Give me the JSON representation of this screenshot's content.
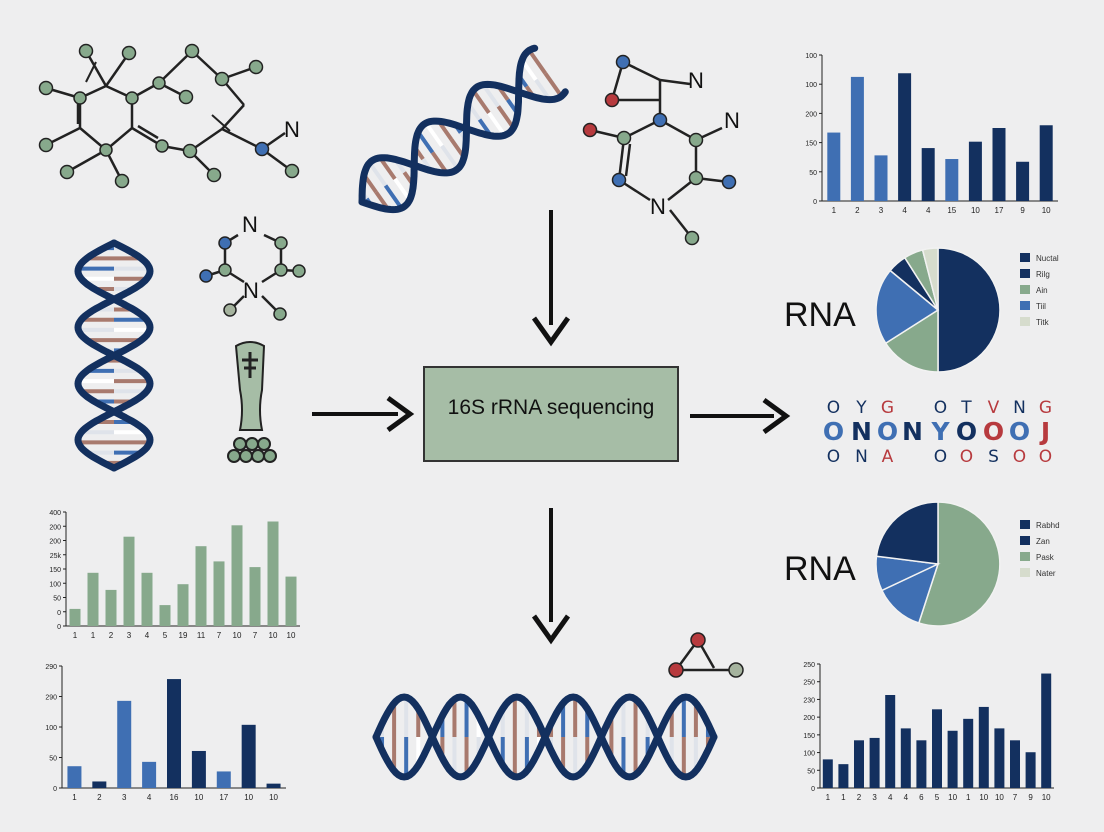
{
  "colors": {
    "navy": "#13305f",
    "blue": "#3f6fb3",
    "sage": "#87a98c",
    "light": "#d6dccd",
    "red": "#b73a3e",
    "box": "#a6bda6"
  },
  "center": {
    "label": "16S rRNA sequencing"
  },
  "rna_labels": [
    "RNA",
    "RNA"
  ],
  "atoms": {
    "mol1_n": "N",
    "mol2_n_top": "N",
    "mol2_n_bottom": "N",
    "mol3_n_top": "N",
    "mol3_n_bottom": "N"
  },
  "sequence": {
    "row1": [
      "O",
      "Y",
      "G",
      "",
      "O",
      "T",
      "V",
      "N",
      "G"
    ],
    "row2": [
      "O",
      "N",
      "O",
      "N",
      "Y",
      "O",
      "O",
      "O",
      "J"
    ],
    "row3": [
      "O",
      "N",
      "A",
      "",
      "O",
      "O",
      "S",
      "O",
      "O"
    ],
    "row1_colors": [
      "navy",
      "navy",
      "red",
      "",
      "navy",
      "navy",
      "red",
      "navy",
      "red"
    ],
    "row2_colors": [
      "blue",
      "navy",
      "blue",
      "navy",
      "blue",
      "navy",
      "red",
      "blue",
      "red"
    ],
    "row3_colors": [
      "navy",
      "navy",
      "red",
      "",
      "navy",
      "red",
      "navy",
      "red",
      "red"
    ]
  },
  "chart_data": [
    {
      "type": "bar",
      "id": "top-right",
      "categories": [
        "1",
        "2",
        "3",
        "4",
        "4",
        "15",
        "10",
        "17",
        "9",
        "10"
      ],
      "values": [
        75,
        136,
        50,
        140,
        58,
        46,
        65,
        80,
        43,
        83
      ],
      "ylim": [
        0,
        160
      ],
      "yticks": [
        "0",
        "50",
        "150",
        "200",
        "100",
        "100"
      ],
      "colors": [
        "blue",
        "blue",
        "blue",
        "navy",
        "navy",
        "blue",
        "navy",
        "navy",
        "navy",
        "navy"
      ]
    },
    {
      "type": "bar",
      "id": "middle-left",
      "categories": [
        "1",
        "1",
        "2",
        "3",
        "4",
        "5",
        "19",
        "11",
        "7",
        "10",
        "7",
        "10",
        "10"
      ],
      "values": [
        45,
        140,
        95,
        235,
        140,
        55,
        110,
        210,
        170,
        265,
        155,
        275,
        130
      ],
      "ylim": [
        0,
        300
      ],
      "yticks": [
        "0",
        "0",
        "50",
        "100",
        "150",
        "25k",
        "200",
        "200",
        "400"
      ],
      "colors": [
        "sage",
        "sage",
        "sage",
        "sage",
        "sage",
        "sage",
        "sage",
        "sage",
        "sage",
        "sage",
        "sage",
        "sage",
        "sage"
      ]
    },
    {
      "type": "bar",
      "id": "bottom-left",
      "categories": [
        "1",
        "2",
        "3",
        "4",
        "16",
        "10",
        "17",
        "10",
        "10"
      ],
      "values": [
        50,
        15,
        200,
        60,
        250,
        85,
        38,
        145,
        10
      ],
      "ylim": [
        0,
        280
      ],
      "yticks": [
        "0",
        "50",
        "100",
        "290",
        "290"
      ],
      "colors": [
        "blue",
        "navy",
        "blue",
        "blue",
        "navy",
        "navy",
        "blue",
        "navy",
        "navy"
      ]
    },
    {
      "type": "bar",
      "id": "bottom-right",
      "categories": [
        "1",
        "1",
        "2",
        "3",
        "4",
        "4",
        "6",
        "5",
        "10",
        "1",
        "10",
        "10",
        "7",
        "9",
        "10"
      ],
      "values": [
        60,
        50,
        100,
        105,
        195,
        125,
        100,
        165,
        120,
        145,
        170,
        125,
        100,
        75,
        240
      ],
      "ylim": [
        0,
        260
      ],
      "yticks": [
        "0",
        "50",
        "100",
        "150",
        "200",
        "230",
        "250",
        "250"
      ],
      "colors": [
        "navy",
        "navy",
        "navy",
        "navy",
        "navy",
        "navy",
        "navy",
        "navy",
        "navy",
        "navy",
        "navy",
        "navy",
        "navy",
        "navy",
        "navy"
      ]
    },
    {
      "type": "pie",
      "id": "pie-top",
      "slices": [
        {
          "label": "Nuctal",
          "value": 50,
          "color": "navy"
        },
        {
          "label": "Rilg",
          "value": 16,
          "color": "sage"
        },
        {
          "label": "Ain",
          "value": 20,
          "color": "blue"
        },
        {
          "label": "Tiil",
          "value": 5,
          "color": "navy"
        },
        {
          "label": "",
          "value": 5,
          "color": "sage"
        },
        {
          "label": "Titk",
          "value": 4,
          "color": "light"
        }
      ],
      "legend": [
        {
          "label": "Nuctal",
          "color": "navy"
        },
        {
          "label": "Rilg",
          "color": "navy"
        },
        {
          "label": "Ain",
          "color": "sage"
        },
        {
          "label": "Tiil",
          "color": "blue"
        },
        {
          "label": "Titk",
          "color": "light"
        }
      ]
    },
    {
      "type": "pie",
      "id": "pie-bottom",
      "slices": [
        {
          "label": "Rabhd",
          "value": 55,
          "color": "sage"
        },
        {
          "label": "Zan",
          "value": 13,
          "color": "blue"
        },
        {
          "label": "Pask",
          "value": 9,
          "color": "blue"
        },
        {
          "label": "Nater",
          "value": 23,
          "color": "navy"
        }
      ],
      "legend": [
        {
          "label": "Rabhd",
          "color": "navy"
        },
        {
          "label": "Zan",
          "color": "navy"
        },
        {
          "label": "Pask",
          "color": "sage"
        },
        {
          "label": "Nater",
          "color": "light"
        }
      ]
    }
  ]
}
